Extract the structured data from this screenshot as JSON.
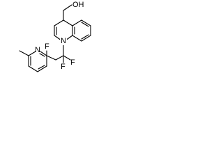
{
  "molecule": {
    "atom_labels": {
      "hydroxyl": "OH",
      "ring_nitrogen_quinoline": "N",
      "ring_nitrogen_pyridine": "N",
      "fluorine_ring": "F",
      "fluorine_cf2_right": "F",
      "fluorine_cf2_bottom": "F"
    }
  }
}
